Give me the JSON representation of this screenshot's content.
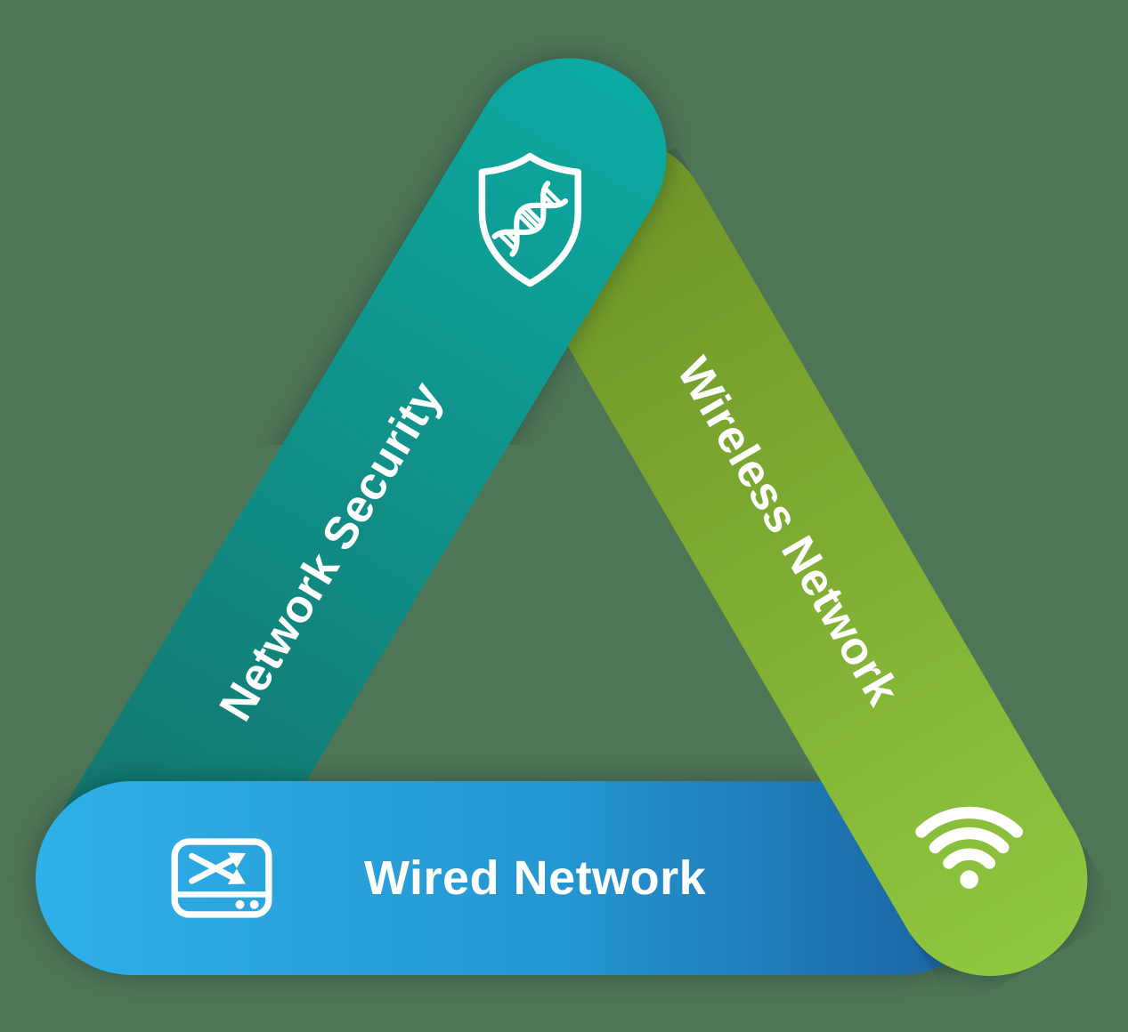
{
  "background_color": "#4f7557",
  "diagram": {
    "type": "triangle-network-diagram",
    "segments": [
      {
        "id": "network-security",
        "label": "Network Security",
        "icon": "shield-dna-icon",
        "color_start": "#147068",
        "color_end": "#0caaa2"
      },
      {
        "id": "wireless-network",
        "label": "Wireless Network",
        "icon": "wifi-icon",
        "color_start": "#6e9226",
        "color_end": "#8fc73f"
      },
      {
        "id": "wired-network",
        "label": "Wired Network",
        "icon": "network-switch-icon",
        "color_start": "#2fb0e8",
        "color_end": "#1a5f9e"
      }
    ]
  }
}
